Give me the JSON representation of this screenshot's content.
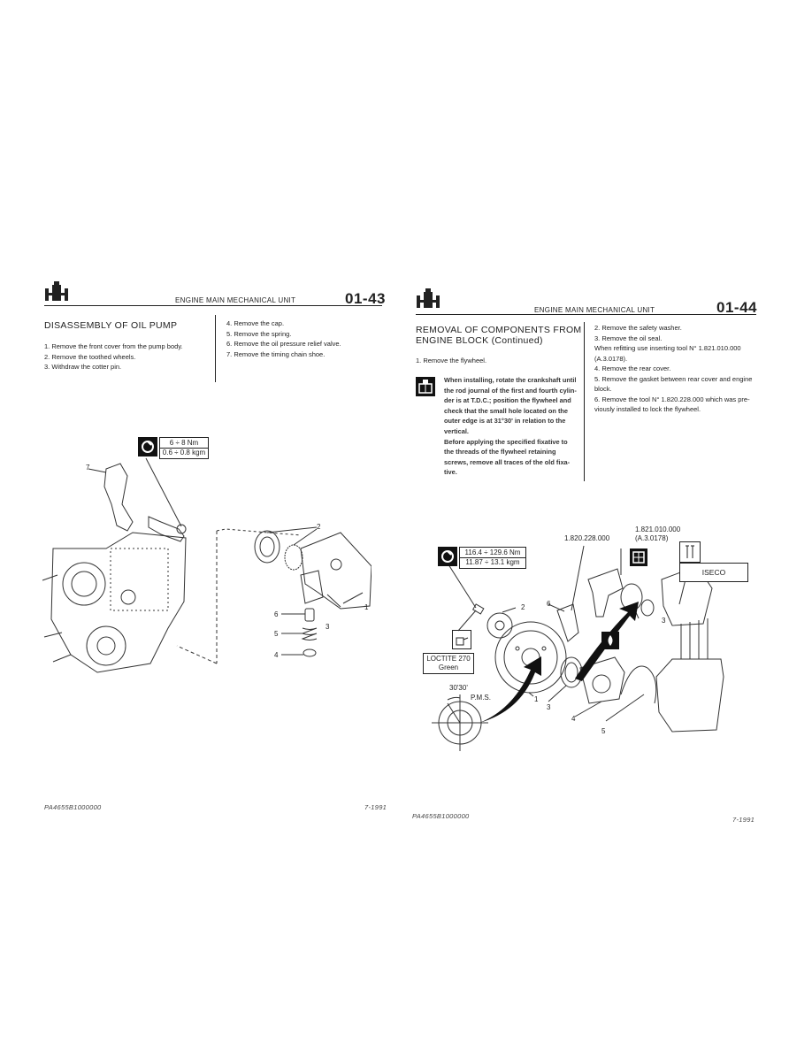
{
  "left_page": {
    "header_title": "ENGINE MAIN MECHANICAL UNIT",
    "page_number": "01-43",
    "section_title": "DISASSEMBLY OF OIL PUMP",
    "steps_col1": [
      "1.  Remove the front cover from the pump body.",
      "2.  Remove the toothed wheels.",
      "3.  Withdraw the cotter pin."
    ],
    "steps_col2": [
      "4.  Remove the cap.",
      "5.  Remove the spring.",
      "6.  Remove the oil pressure relief valve.",
      "7.  Remove the timing chain shoe."
    ],
    "torque": {
      "line1": "6 ÷ 8 Nm",
      "line2": "0.6 ÷ 0.8 kgm"
    },
    "callouts": {
      "c1": "1",
      "c2": "2",
      "c3": "3",
      "c4": "4",
      "c5": "5",
      "c6": "6",
      "c7": "7"
    },
    "footer_code": "PA4655B1000000",
    "footer_date": "7-1991"
  },
  "right_page": {
    "header_title": "ENGINE MAIN MECHANICAL UNIT",
    "page_number": "01-44",
    "section_title_line1": "REMOVAL OF COMPONENTS FROM",
    "section_title_line2": "ENGINE BLOCK (Continued)",
    "step1": "1.  Remove the flywheel.",
    "note_lines": [
      "When installing, rotate the crankshaft until",
      "the rod journal of the first and fourth cylin-",
      "der is at T.D.C.; position the flywheel and",
      "check that the small hole located on the",
      "outer edge is at 31°30' in relation to the",
      "vertical.",
      "Before applying the specified fixative to",
      "the threads of the flywheel retaining",
      "screws, remove all traces of the old fixa-",
      "tive."
    ],
    "steps_col2": [
      "2.  Remove the safety washer.",
      "3.  Remove the oil seal.",
      "     When refitting use inserting tool N° 1.821.010.000",
      "     (A.3.0178).",
      "4.  Remove the rear cover.",
      "5.  Remove the gasket between rear cover and engine",
      "     block.",
      "6.  Remove the tool N° 1.820.228.000 which was pre-",
      "     viously installed to lock the flywheel."
    ],
    "torque": {
      "line1": "116.4 ÷ 129.6 Nm",
      "line2": "11.87 ÷ 13.1 kgm"
    },
    "loctite": {
      "line1": "LOCTITE 270",
      "line2": "Green"
    },
    "tool_a": "1.820.228.000",
    "tool_b_line1": "1.821.010.000",
    "tool_b_line2": "(A.3.0178)",
    "iseco": "ISECO",
    "angle_label": "30'30'",
    "pms_label": "P.M.S.",
    "callouts": {
      "c1": "1",
      "c2": "2",
      "c3": "3",
      "c3b": "3",
      "c4": "4",
      "c5": "5",
      "c6": "6"
    },
    "footer_code": "PA4655B1000000",
    "footer_date": "7-1991"
  },
  "colors": {
    "ink": "#222222",
    "paper": "#ffffff"
  }
}
